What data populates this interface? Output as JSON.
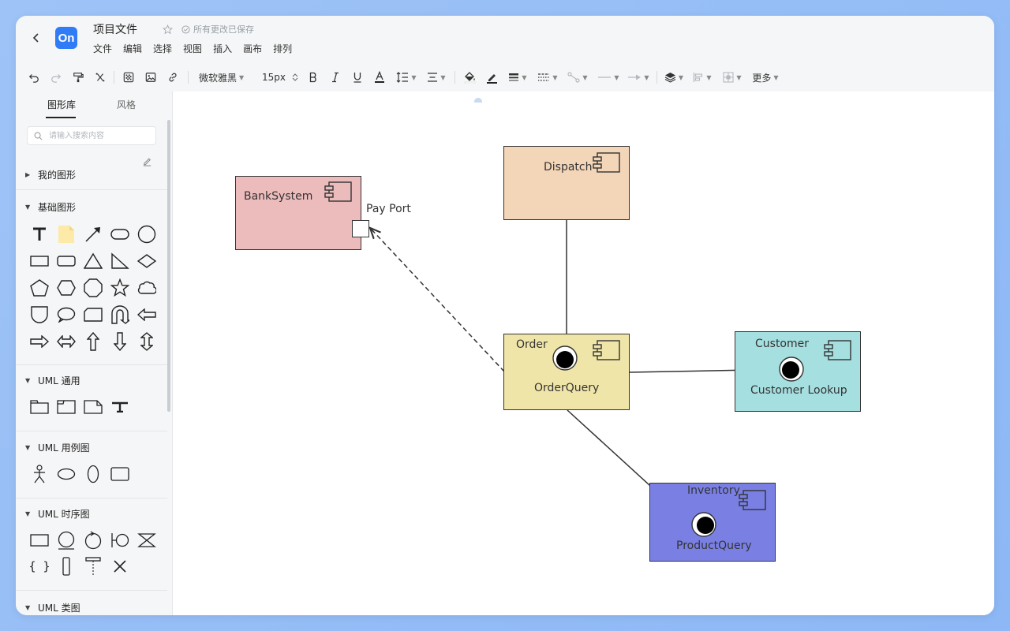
{
  "header": {
    "logo_text": "On",
    "doc_title": "项目文件",
    "save_status": "所有更改已保存",
    "menu": [
      "文件",
      "编辑",
      "选择",
      "视图",
      "插入",
      "画布",
      "排列"
    ]
  },
  "toolbar": {
    "font_family": "微软雅黑",
    "font_size": "15px",
    "more_label": "更多"
  },
  "sidebar": {
    "tabs": [
      "图形库",
      "风格"
    ],
    "search_placeholder": "请输入搜索内容",
    "sections": {
      "my_shapes": "我的图形",
      "basic": "基础图形",
      "uml_general": "UML 通用",
      "uml_usecase": "UML 用例图",
      "uml_sequence": "UML 时序图",
      "uml_class": "UML 类图"
    }
  },
  "diagram": {
    "bank_system": "BankSystem",
    "pay_port": "Pay Port",
    "dispatch": "Dispatch",
    "order": "Order",
    "order_query": "OrderQuery",
    "customer": "Customer",
    "customer_lookup": "Customer Lookup",
    "inventory": "Inventory",
    "product_query": "ProductQuery",
    "colors": {
      "bank_system": "#ecbbbb",
      "dispatch": "#f3d5b8",
      "order": "#f0e5a8",
      "customer": "#a6dfe0",
      "inventory": "#7a80e3"
    }
  }
}
